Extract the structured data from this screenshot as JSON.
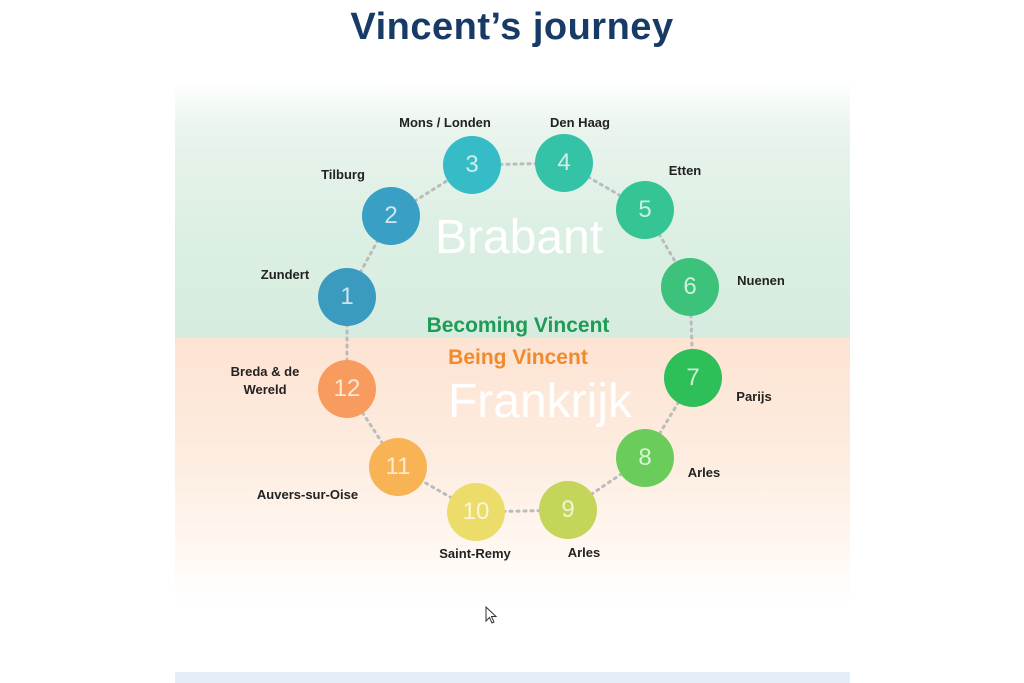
{
  "page": {
    "title": "Vincent’s journey"
  },
  "diagram": {
    "region_top": "Brabant",
    "region_bottom": "Frankrijk",
    "phase_top": "Becoming Vincent",
    "phase_bottom": "Being Vincent",
    "stops": [
      {
        "number": "1",
        "place": "Zundert",
        "color": "#3a9ac0"
      },
      {
        "number": "2",
        "place": "Tilburg",
        "color": "#3a9fc4"
      },
      {
        "number": "3",
        "place": "Mons / Londen",
        "color": "#36bcc6"
      },
      {
        "number": "4",
        "place": "Den Haag",
        "color": "#35c3a8"
      },
      {
        "number": "5",
        "place": "Etten",
        "color": "#35c494"
      },
      {
        "number": "6",
        "place": "Nuenen",
        "color": "#3cc27a"
      },
      {
        "number": "7",
        "place": "Parijs",
        "color": "#2ebf59"
      },
      {
        "number": "8",
        "place": "Arles",
        "color": "#6acc5a"
      },
      {
        "number": "9",
        "place": "Arles",
        "color": "#c4d55a"
      },
      {
        "number": "10",
        "place": "Saint-Remy",
        "color": "#ecdc6a"
      },
      {
        "number": "11",
        "place": "Auvers-sur-Oise",
        "color": "#f7b354"
      },
      {
        "number": "12",
        "place": "Breda & de Wereld",
        "color": "#f79c5e"
      }
    ]
  }
}
